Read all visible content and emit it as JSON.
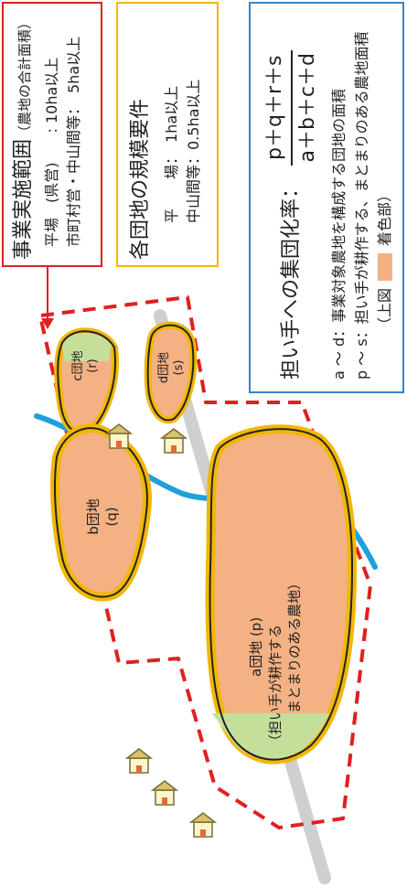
{
  "scope_box": {
    "title": "事業実施範囲",
    "title_note": "（農地の合計面積）",
    "row1": "平場　(県営)　　: 10ha以上",
    "row2": "市町村営・中山間等：　5ha以上"
  },
  "size_box": {
    "title": "各団地の規模要件",
    "row1": "平　　場：　1ha以上",
    "row2": "中山間等：0.5ha以上"
  },
  "rate_box": {
    "label": "担い手への集団化率：",
    "numerator": "p＋q＋r＋s",
    "denominator": "a＋b＋c＋d",
    "def1": "a ～ d：事業対象農地を構成する団地の面積",
    "def2": "p ～ s：担い手が耕作する、まとまりのある農地面積",
    "def3_prefix": "（上図",
    "def3_suffix": "着色部）"
  },
  "map": {
    "block_a_label": "a団地 (p)",
    "block_a_note1": "（担い手が耕作する",
    "block_a_note2": "まとまりのある農地）",
    "block_b_label": "b団地",
    "block_b_sub": "(q)",
    "block_c_label": "c団地",
    "block_c_sub": "(r)",
    "block_d_label": "d団地",
    "block_d_sub": "(s)"
  },
  "colors": {
    "red": "#e0201f",
    "yellow": "#f2b705",
    "blue": "#3b84c4",
    "orange_fill": "#f4b183",
    "green_fill": "#c5df9b",
    "river": "#1fa0dc",
    "road": "#cfcfcf"
  }
}
